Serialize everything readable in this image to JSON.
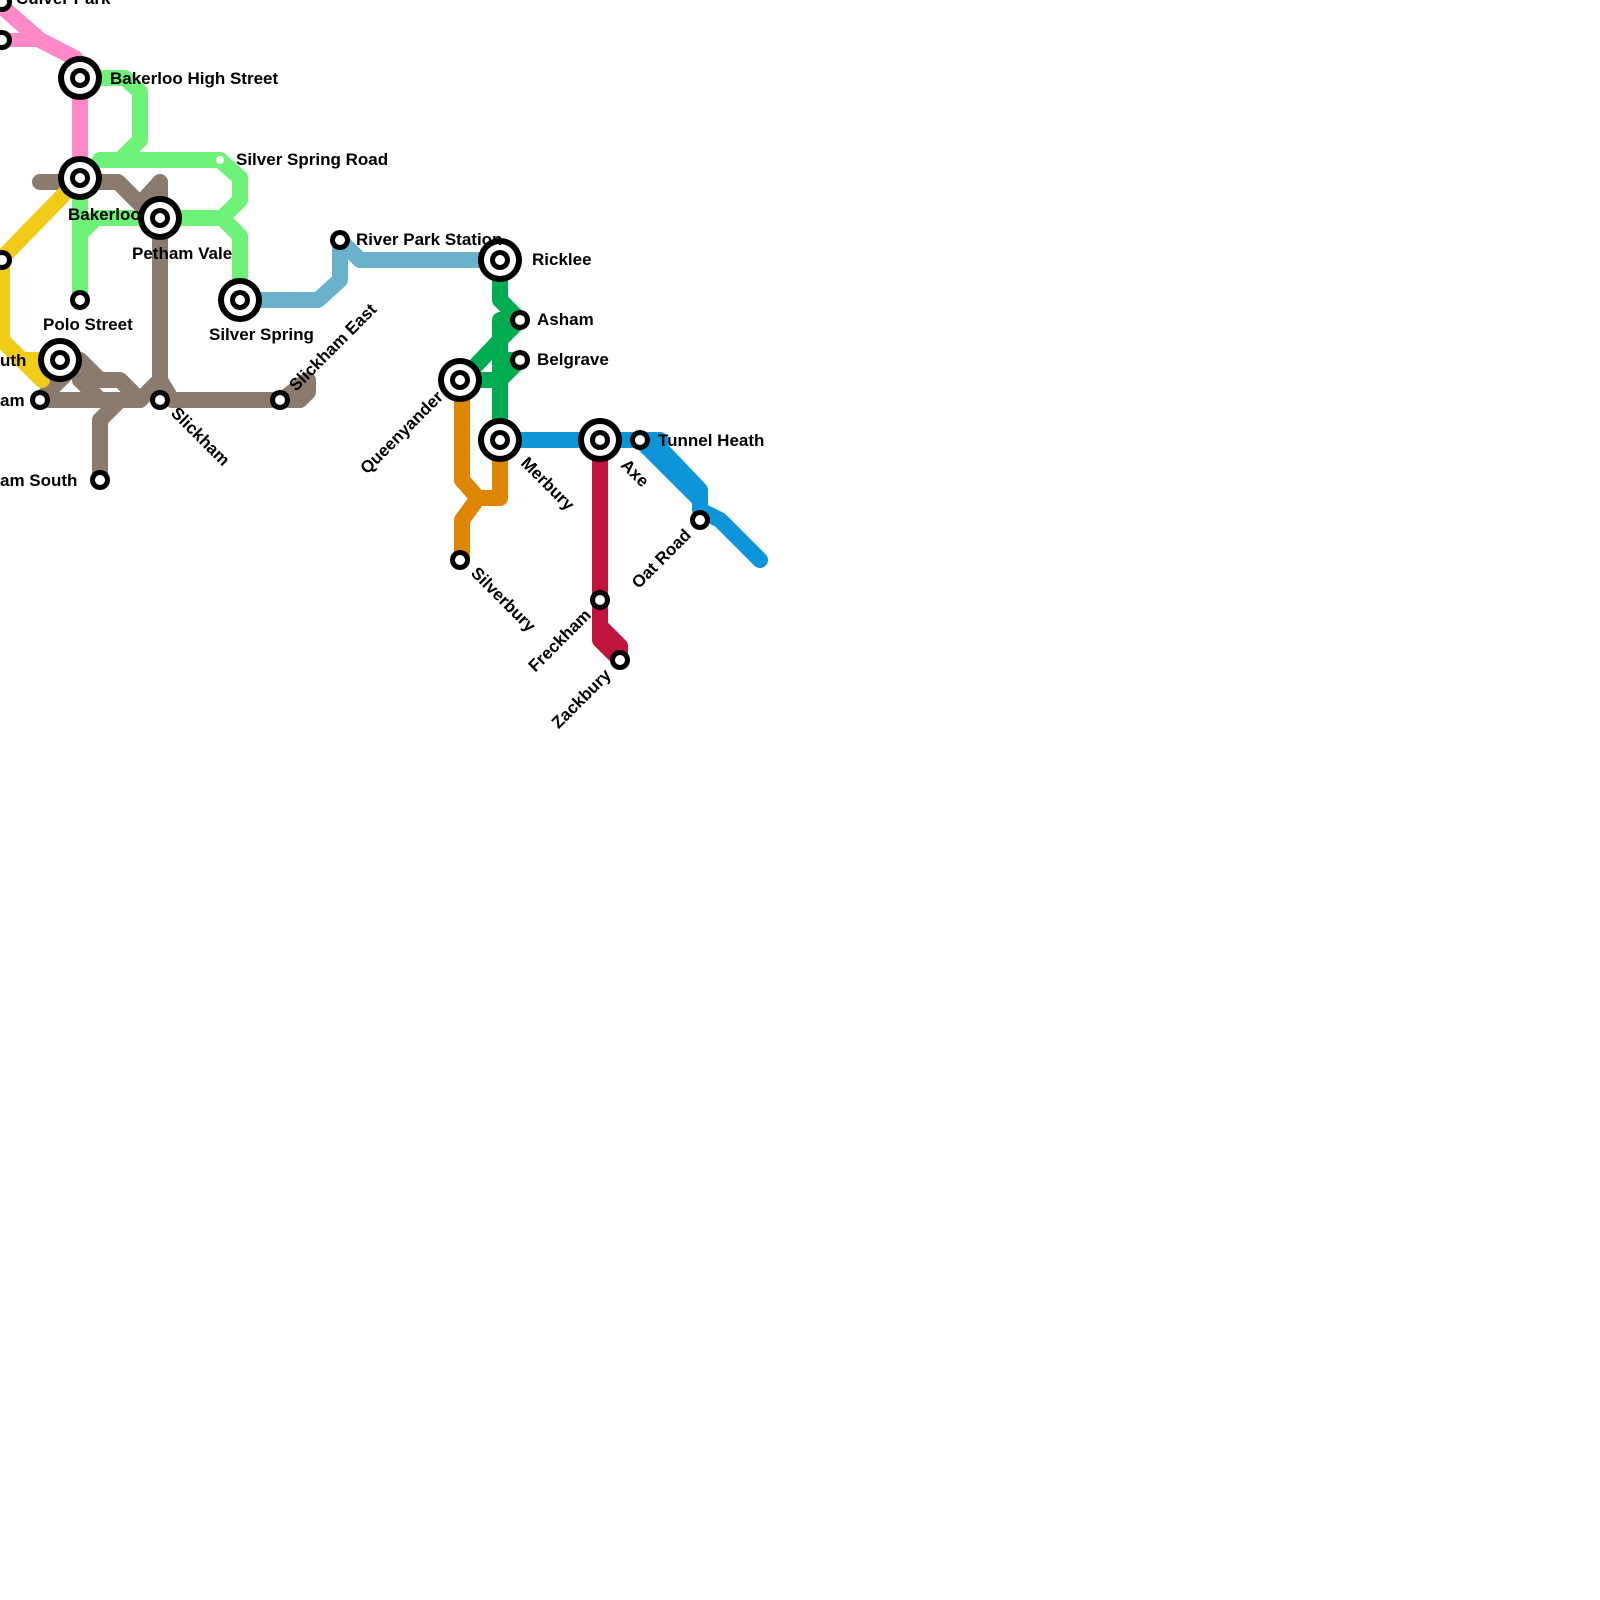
{
  "map": {
    "stations": {
      "culver_park": "Culver Park",
      "bakerloo_high_street": "Bakerloo High Street",
      "silver_spring_road": "Silver Spring Road",
      "bakerloo": "Bakerloo",
      "petham_vale": "Petham Vale",
      "polo_street": "Polo Street",
      "silver_spring": "Silver Spring",
      "river_park_station": "River Park Station",
      "ricklee": "Ricklee",
      "slickham_east": "Slickham East",
      "asham": "Asham",
      "belgrave": "Belgrave",
      "queenyander": "Queenyander",
      "south_partial": "uth",
      "am_partial": "am",
      "am_south_partial": "am South",
      "slickham": "Slickham",
      "merbury": "Merbury",
      "axe": "Axe",
      "tunnel_heath": "Tunnel Heath",
      "oat_road": "Oat Road",
      "silverbury": "Silverbury",
      "freckham": "Freckham",
      "zackbury": "Zackbury"
    },
    "line_colors": {
      "pink": "#ff88c8",
      "light_green": "#6ef278",
      "grey_brown": "#8a7b6e",
      "yellow": "#f0cc18",
      "light_blue": "#6ab2cc",
      "dark_green": "#00ab52",
      "orange": "#de8602",
      "blue": "#0d95d9",
      "crimson": "#c1143c"
    }
  }
}
